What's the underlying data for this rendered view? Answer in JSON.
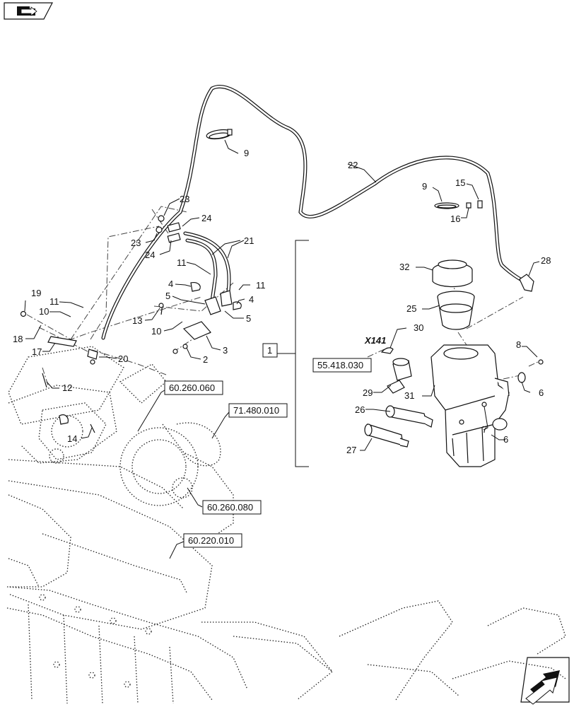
{
  "nav": {
    "top_icon": "folder-back-icon",
    "bottom_icon": "next-page-arrow-icon"
  },
  "callouts": {
    "c1": "1",
    "c2": "2",
    "c3": "3",
    "c4a": "4",
    "c4b": "4",
    "c5a": "5",
    "c5b": "5",
    "c6a": "6",
    "c6b": "6",
    "c7": "7",
    "c8": "8",
    "c9a": "9",
    "c9b": "9",
    "c10a": "10",
    "c10b": "10",
    "c11a": "11",
    "c11b": "11",
    "c11c": "11",
    "c12": "12",
    "c13": "13",
    "c14": "14",
    "c15": "15",
    "c16": "16",
    "c17": "17",
    "c18": "18",
    "c19": "19",
    "c20": "20",
    "c21": "21",
    "c22": "22",
    "c23a": "23",
    "c23b": "23",
    "c24a": "24",
    "c24b": "24",
    "c25": "25",
    "c26": "26",
    "c27": "27",
    "c28": "28",
    "c29": "29",
    "c30": "30",
    "c31": "31",
    "c32": "32"
  },
  "connector_label": "X141",
  "references": {
    "r1": "55.418.030",
    "r2": "60.260.060",
    "r3": "71.480.010",
    "r4": "60.260.080",
    "r5": "60.220.010"
  }
}
